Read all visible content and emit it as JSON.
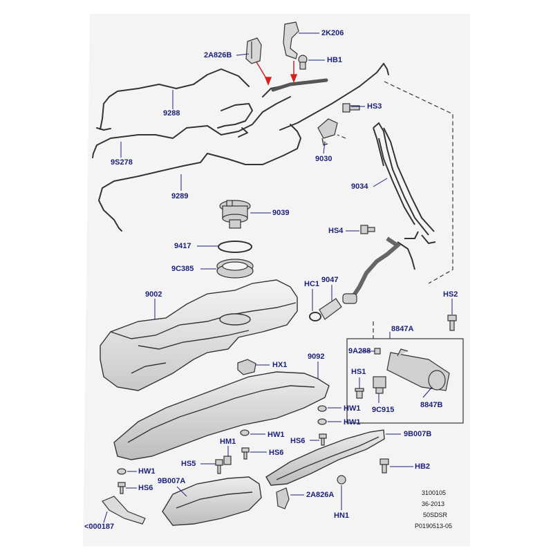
{
  "callouts": [
    {
      "id": "2K206",
      "text": "2K206"
    },
    {
      "id": "2A826B",
      "text": "2A826B"
    },
    {
      "id": "HB1",
      "text": "HB1"
    },
    {
      "id": "HS3",
      "text": "HS3"
    },
    {
      "id": "9288",
      "text": "9288"
    },
    {
      "id": "9S278",
      "text": "9S278"
    },
    {
      "id": "9030",
      "text": "9030"
    },
    {
      "id": "9034",
      "text": "9034"
    },
    {
      "id": "9289",
      "text": "9289"
    },
    {
      "id": "9039",
      "text": "9039"
    },
    {
      "id": "HS4",
      "text": "HS4"
    },
    {
      "id": "9417",
      "text": "9417"
    },
    {
      "id": "9C385",
      "text": "9C385"
    },
    {
      "id": "HC1",
      "text": "HC1"
    },
    {
      "id": "9047",
      "text": "9047"
    },
    {
      "id": "9002",
      "text": "9002"
    },
    {
      "id": "HS2",
      "text": "HS2"
    },
    {
      "id": "8847A",
      "text": "8847A"
    },
    {
      "id": "9A288",
      "text": "9A288"
    },
    {
      "id": "HX1",
      "text": "HX1"
    },
    {
      "id": "9092",
      "text": "9092"
    },
    {
      "id": "HS1",
      "text": "HS1"
    },
    {
      "id": "9C915",
      "text": "9C915"
    },
    {
      "id": "8847B",
      "text": "8847B"
    },
    {
      "id": "HW1a",
      "text": "HW1"
    },
    {
      "id": "HW1b",
      "text": "HW1"
    },
    {
      "id": "HW1c",
      "text": "HW1"
    },
    {
      "id": "HM1",
      "text": "HM1"
    },
    {
      "id": "HS6a",
      "text": "HS6"
    },
    {
      "id": "HS6b",
      "text": "HS6"
    },
    {
      "id": "9B007B",
      "text": "9B007B"
    },
    {
      "id": "HS5",
      "text": "HS5"
    },
    {
      "id": "HB2",
      "text": "HB2"
    },
    {
      "id": "9B007A",
      "text": "9B007A"
    },
    {
      "id": "HW1d",
      "text": "HW1"
    },
    {
      "id": "HS6c",
      "text": "HS6"
    },
    {
      "id": "2A826A",
      "text": "2A826A"
    },
    {
      "id": "HN1",
      "text": "HN1"
    },
    {
      "id": "000187",
      "text": "<000187"
    }
  ],
  "reference": {
    "line1": "3100105",
    "line2": "36-2013",
    "line3": "50SDSR",
    "line4": "P0190513-05"
  },
  "colors": {
    "panel_bg": "#f4f4f4",
    "line": "#333333",
    "label": "#1a1f7a",
    "leader": "#1a1f7a",
    "red_arrow": "#d42020"
  }
}
